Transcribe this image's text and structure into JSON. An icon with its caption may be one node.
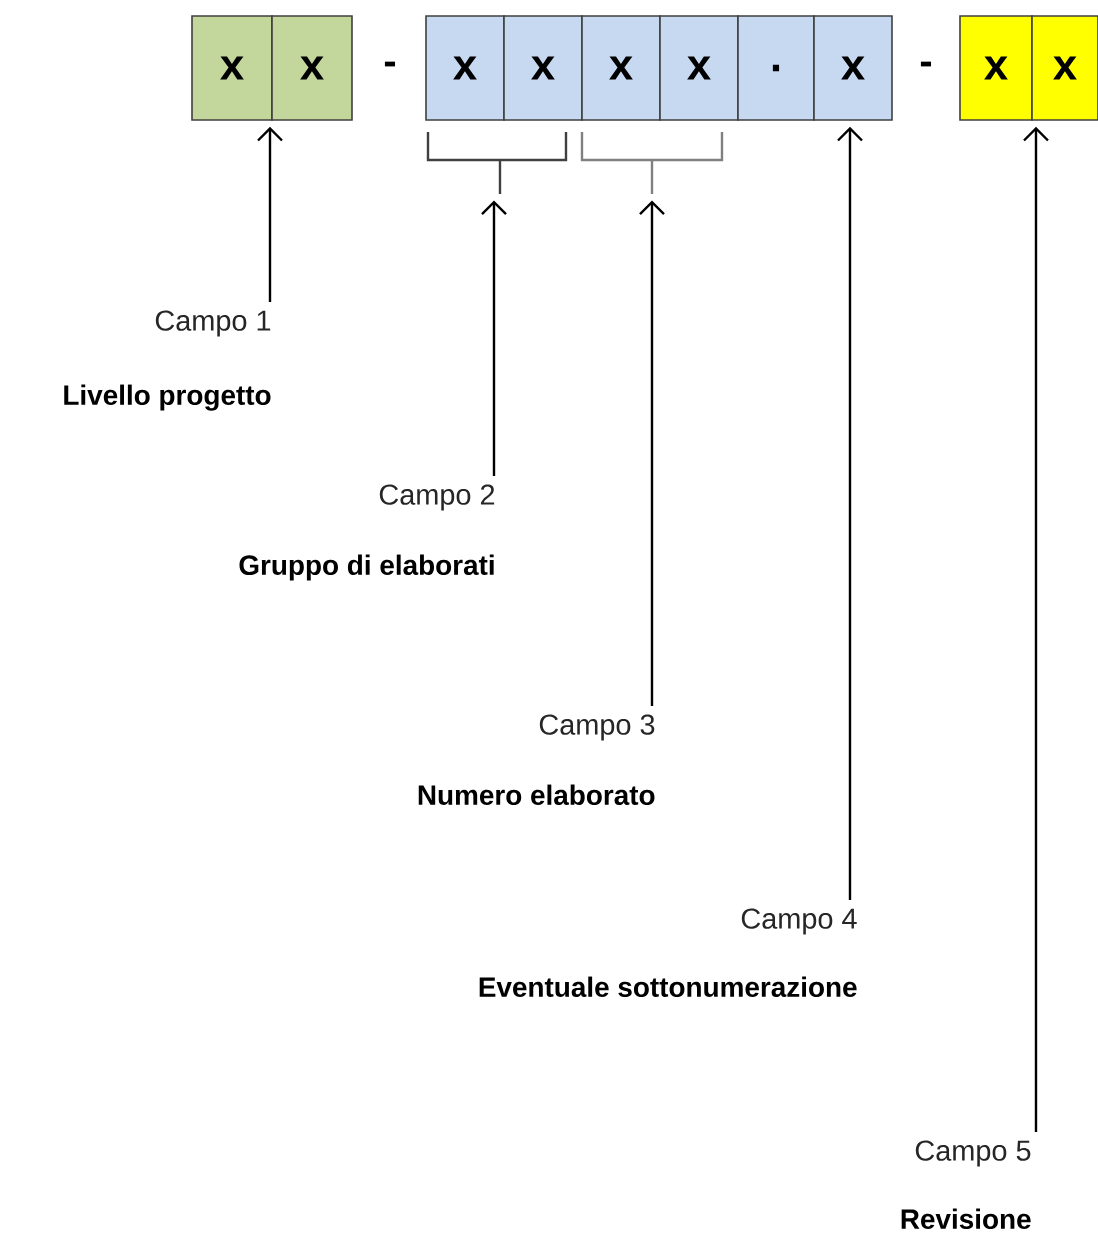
{
  "diagram": {
    "nodes": [
      {
        "text": [
          "x"
        ]
      },
      {
        "text": [
          "x"
        ]
      },
      {
        "text": [
          "x"
        ]
      },
      {
        "text": [
          "x"
        ]
      },
      {
        "text": [
          "x"
        ]
      },
      {
        "text": [
          "x"
        ]
      },
      {
        "text": [
          "."
        ]
      },
      {
        "text": [
          "x"
        ]
      },
      {
        "text": [
          "x"
        ]
      },
      {
        "text": [
          "x"
        ]
      },
      {
        "text": [],
        "shape": "bracket"
      },
      {
        "text": [],
        "shape": "bracket"
      },
      {
        "text": [
          "Campo 1",
          "Livello progetto"
        ]
      },
      {
        "text": [
          "Campo 2",
          "Gruppo di elaborati"
        ]
      },
      {
        "text": [
          "Campo 3",
          "Numero elaborato"
        ]
      },
      {
        "text": [
          "Campo 4",
          "Eventuale sottonumerazione"
        ]
      },
      {
        "text": [
          "Campo 5",
          "Revisione"
        ]
      }
    ],
    "edges": [
      {
        "from": 12,
        "to": 0,
        "arrow": "to"
      },
      {
        "from": 13,
        "to": 10,
        "arrow": "to"
      },
      {
        "from": 14,
        "to": 11,
        "arrow": "to"
      },
      {
        "from": 15,
        "to": 7,
        "arrow": "to"
      },
      {
        "from": 16,
        "to": 9,
        "arrow": "to"
      }
    ],
    "labels": [
      "-",
      "-"
    ]
  }
}
